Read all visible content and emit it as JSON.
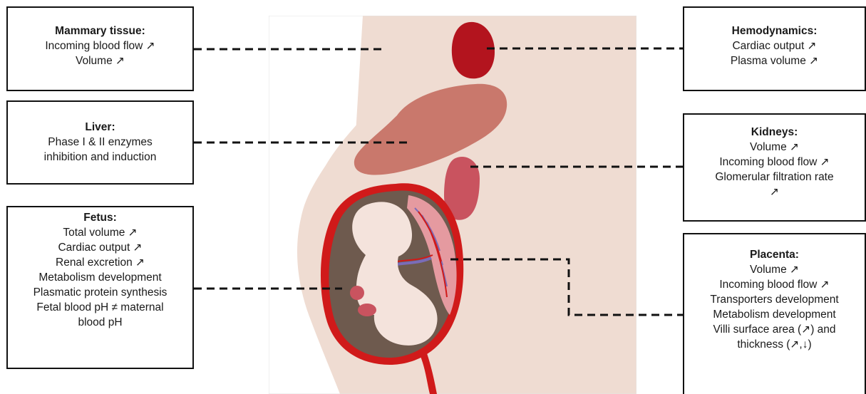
{
  "boxes": {
    "mammary": {
      "title": "Mammary tissue:",
      "lines": [
        "Incoming blood flow ↗",
        "Volume ↗"
      ]
    },
    "liver": {
      "title": "Liver:",
      "lines": [
        "Phase I & II enzymes",
        "inhibition and induction"
      ]
    },
    "fetus": {
      "title": "Fetus:",
      "lines": [
        "Total volume ↗",
        "Cardiac output ↗",
        "Renal excretion ↗",
        "Metabolism development",
        "Plasmatic protein synthesis",
        "Fetal blood pH ≠ maternal",
        "blood pH"
      ]
    },
    "hemo": {
      "title": "Hemodynamics:",
      "lines": [
        "Cardiac output ↗",
        "Plasma volume ↗"
      ]
    },
    "kidneys": {
      "title": "Kidneys:",
      "lines": [
        "Volume ↗",
        "Incoming blood flow ↗",
        "Glomerular filtration rate",
        "↗"
      ]
    },
    "placenta": {
      "title": "Placenta:",
      "lines": [
        "Volume ↗",
        "Incoming blood flow ↗",
        "Transporters development",
        "Metabolism development",
        "Villi surface area (↗) and",
        "thickness (↗,↓)"
      ]
    }
  },
  "colors": {
    "skin": "#efdcd2",
    "heart": "#b3141e",
    "liver": "#c9786c",
    "kidney": "#c9535f",
    "uterus_wall": "#d01a1a",
    "amniotic": "#6e5a4e",
    "fetus_skin": "#f4e3dc"
  }
}
